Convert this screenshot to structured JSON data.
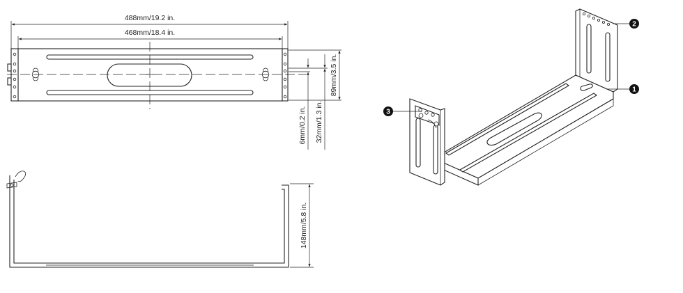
{
  "dimensions": {
    "overall_width": "488mm/19.2 in.",
    "slot_width": "468mm/18.4 in.",
    "height": "89mm/3.5 in.",
    "edge_offset": "6mm/0.2 in.",
    "hole_offset": "32mm/1.3 in.",
    "depth": "148mm/5.8 in."
  },
  "callouts": [
    "1",
    "2",
    "3"
  ]
}
